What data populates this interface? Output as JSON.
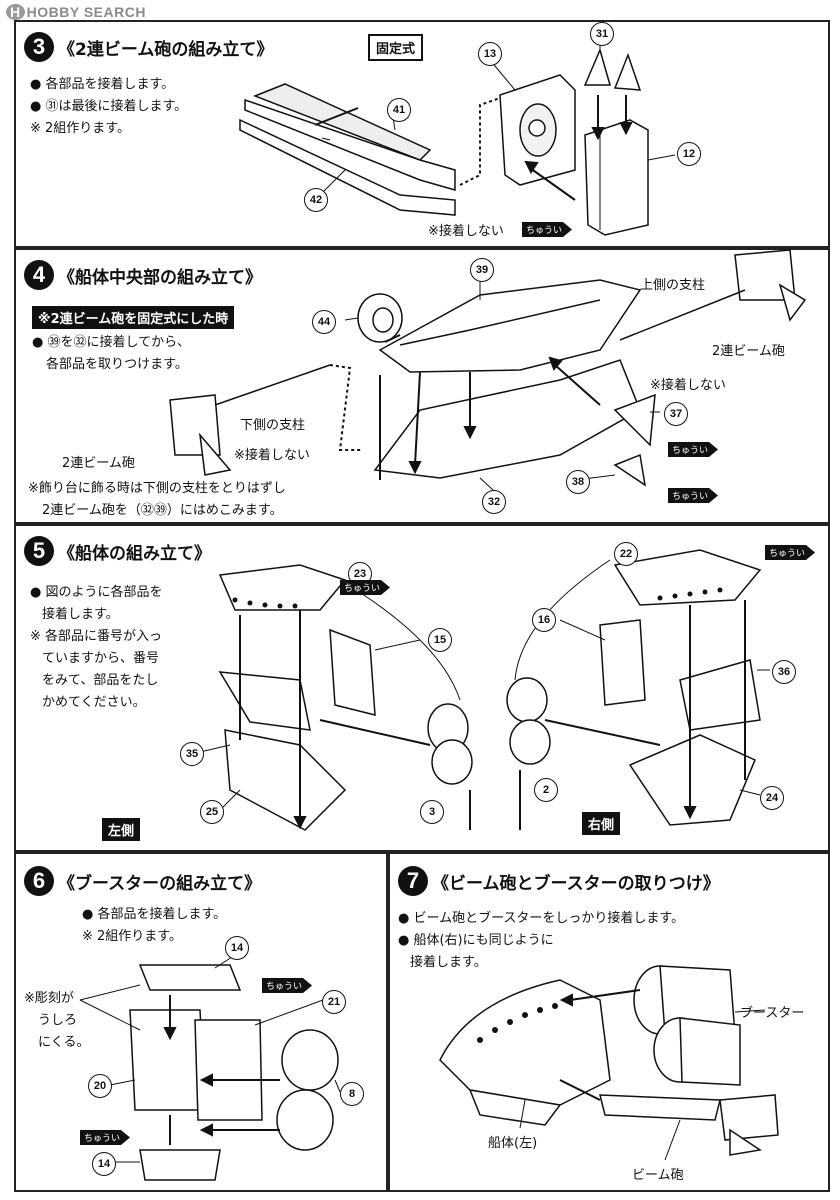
{
  "site_logo": "HOBBY SEARCH",
  "steps": {
    "s3": {
      "number": "3",
      "title": "《2連ビーム砲の組み立て》",
      "notes": [
        "● 各部品を接着します。",
        "● ㉛は最後に接着します。",
        "※ 2組作ります。"
      ],
      "badge": "固定式",
      "parts": [
        "13",
        "31",
        "12",
        "41",
        "42"
      ],
      "no_glue": "※接着しない",
      "caution": "ちゅうい"
    },
    "s4": {
      "number": "4",
      "title": "《船体中央部の組み立て》",
      "banner": "※2連ビーム砲を固定式にした時",
      "notes": [
        "● ㊴を㉜に接着してから、",
        "各部品を取りつけます。"
      ],
      "bottom_notes": [
        "※飾り台に飾る時は下側の支柱をとりはずし",
        "2連ビーム砲を（㉜㊴）にはめこみます。"
      ],
      "labels": {
        "upper_post": "上側の支柱",
        "beam_cannon_right": "2連ビーム砲",
        "no_glue_right": "※接着しない",
        "lower_post": "下側の支柱",
        "no_glue_left": "※接着しない",
        "beam_cannon_left": "2連ビーム砲"
      },
      "parts": [
        "39",
        "44",
        "37",
        "38",
        "32"
      ],
      "caution": "ちゅうい"
    },
    "s5": {
      "number": "5",
      "title": "《船体の組み立て》",
      "notes": [
        "● 図のように各部品を",
        "接着します。",
        "※ 各部品に番号が入っ",
        "ていますから、番号",
        "をみて、部品をたし",
        "かめてください。"
      ],
      "left_badge": "左側",
      "right_badge": "右側",
      "parts": [
        "23",
        "15",
        "35",
        "25",
        "3",
        "16",
        "2",
        "22",
        "36",
        "24"
      ],
      "caution": "ちゅうい"
    },
    "s6": {
      "number": "6",
      "title": "《ブースターの組み立て》",
      "notes": [
        "● 各部品を接着します。",
        "※ 2組作ります。"
      ],
      "side_note": [
        "※彫刻が",
        "うしろ",
        "にくる。"
      ],
      "parts": [
        "14",
        "21",
        "20",
        "8",
        "14"
      ],
      "caution": "ちゅうい"
    },
    "s7": {
      "number": "7",
      "title": "《ビーム砲とブースターの取りつけ》",
      "notes": [
        "● ビーム砲とブースターをしっかり接着します。",
        "● 船体(右)にも同じように",
        "接着します。"
      ],
      "labels": {
        "booster": "ブースター",
        "hull_left": "船体(左)",
        "beam_cannon": "ビーム砲"
      }
    }
  }
}
